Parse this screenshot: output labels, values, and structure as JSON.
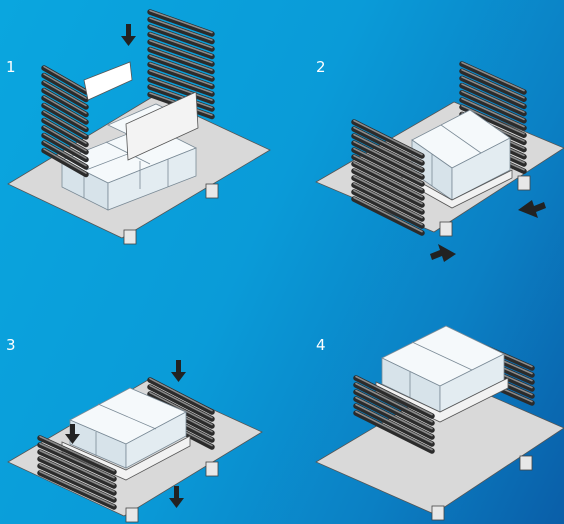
{
  "steps": [
    {
      "label": "1"
    },
    {
      "label": "2"
    },
    {
      "label": "3"
    },
    {
      "label": "4"
    }
  ],
  "colors": {
    "background": "#0a9bd8",
    "pallet": "#d9d9d9",
    "boxes": "#ecf3f7",
    "collar": "#3a3a3a",
    "arrow": "#222222"
  }
}
